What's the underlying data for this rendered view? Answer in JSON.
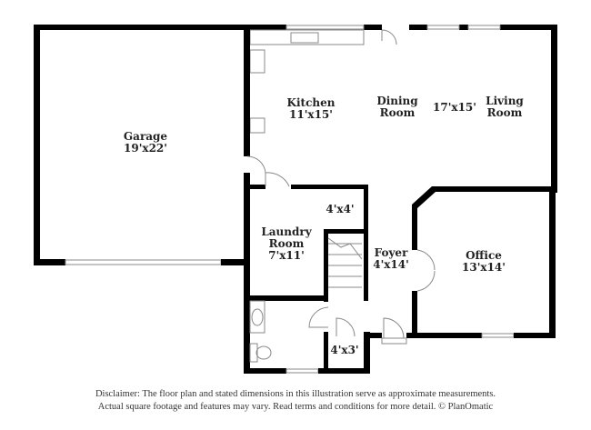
{
  "rooms": {
    "garage": {
      "name": "Garage",
      "dims": "19'x22'"
    },
    "kitchen": {
      "name": "Kitchen",
      "dims": "11'x15'"
    },
    "dining": {
      "name": "Dining Room"
    },
    "living": {
      "name": "Living Room",
      "dims": "17'x15'"
    },
    "closet_upper": {
      "dims": "4'x4'"
    },
    "laundry": {
      "name": "Laundry Room",
      "dims": "7'x11'"
    },
    "foyer": {
      "name": "Foyer",
      "dims": "4'x14'"
    },
    "office": {
      "name": "Office",
      "dims": "13'x14'"
    },
    "closet_lower": {
      "dims": "4'x3'"
    }
  },
  "disclaimer": {
    "line1": "Disclaimer: The floor plan and stated dimensions in this illustration serve as approximate measurements.",
    "line2": "Actual square footage and features may vary. Read terms and conditions for more detail. © PlanOmatic"
  }
}
